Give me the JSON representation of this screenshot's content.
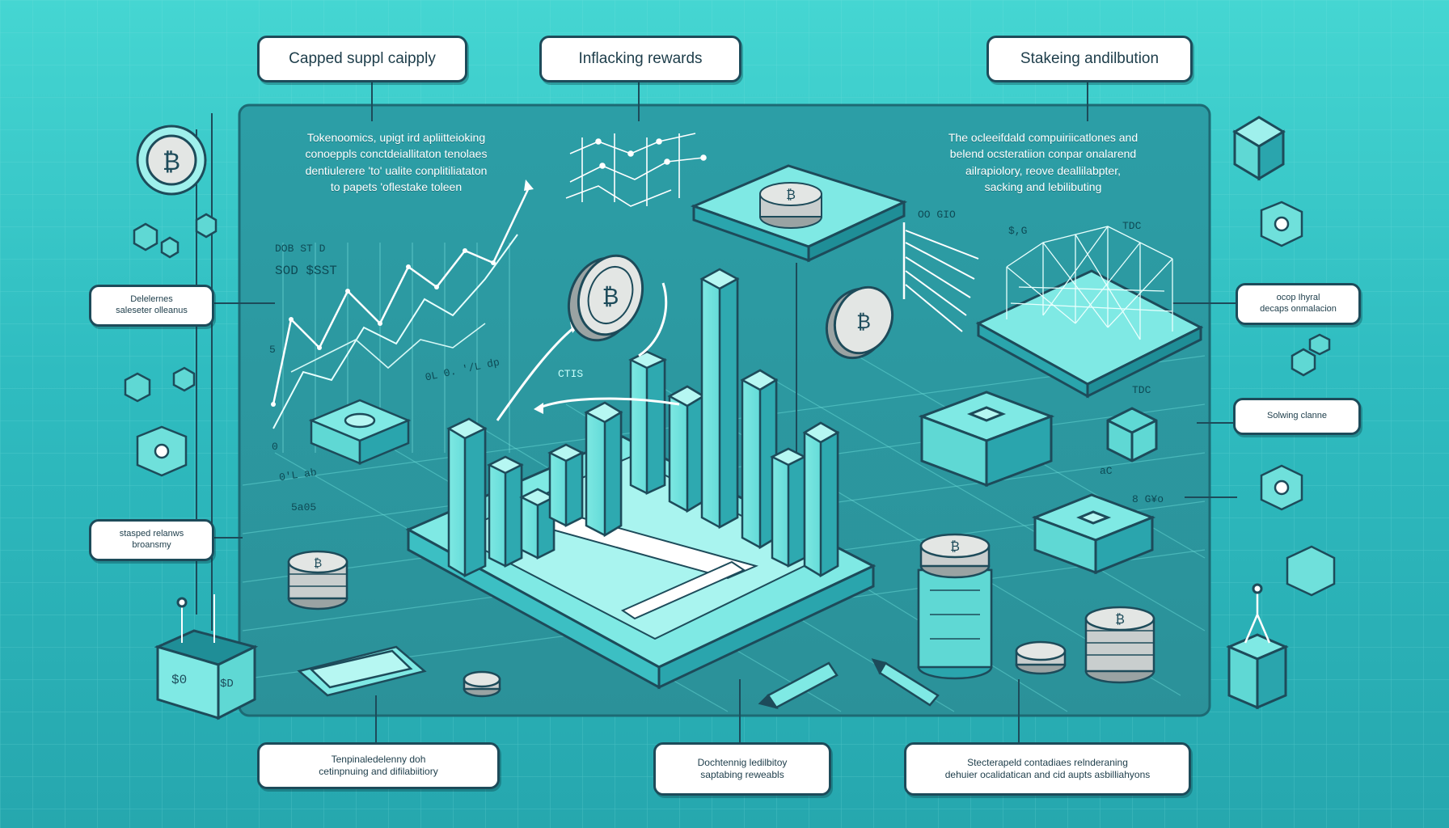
{
  "callouts": {
    "capped_supply": "Capped suppl caipply",
    "inflacking_rewards": "Inflacking rewards",
    "staking_distribution": "Stakeing andilbution",
    "left_upper": "Delelernes\nsaleseter olleanus",
    "left_lower": "stasped relanws\nbroansmy",
    "right_upper": "ocop Ihyral\ndecaps onmalacion",
    "right_middle": "Solwing clanne",
    "bottom_left": "Tenpinaledelenny doh\ncetinpnuing and difilabiitiory",
    "bottom_middle": "Dochtennig ledilbitoy\nsaptabing reweabls",
    "bottom_right": "Stecterapeld contadiaes relnderaning\ndehuier ocalidatican and cid aupts asbilliahyons"
  },
  "panel_text": {
    "left": "Tokenoomics, upigt ird apliitteioking\nconoeppls conctdeiallitaton tenolaes\ndentiulerere 'to' ualite conplitiliataton\nto papets 'oflestake toleen",
    "right": "The ocleeifdald compuiriicatlones and\nbelend ocsteratiion conpar onalarend\nailrapiolory, reove deallilabpter,\nsacking and lebilibuting"
  },
  "labels": {
    "chart_top": "DOB  ST D",
    "chart_sub": "SOD  $SST",
    "cts": "CTIS",
    "dial": "0L   0. '/L dp",
    "ol": "0'L  ab",
    "sabs": "5a05",
    "zero": "0",
    "five": "5",
    "right_chart": "OO  GIO",
    "s_g": "$,G",
    "tdc_top": "TDC",
    "tdc_mid": "TDC",
    "gio": "8  G¥o",
    "ac": "aC",
    "box_left": "$0",
    "box_right": "$D"
  },
  "colors": {
    "panel": "#2a9aa2",
    "teal_light": "#7fe9e4",
    "teal_mid": "#3cc4c6",
    "ink": "#1d4b5a",
    "coin": "#d8dcda"
  }
}
